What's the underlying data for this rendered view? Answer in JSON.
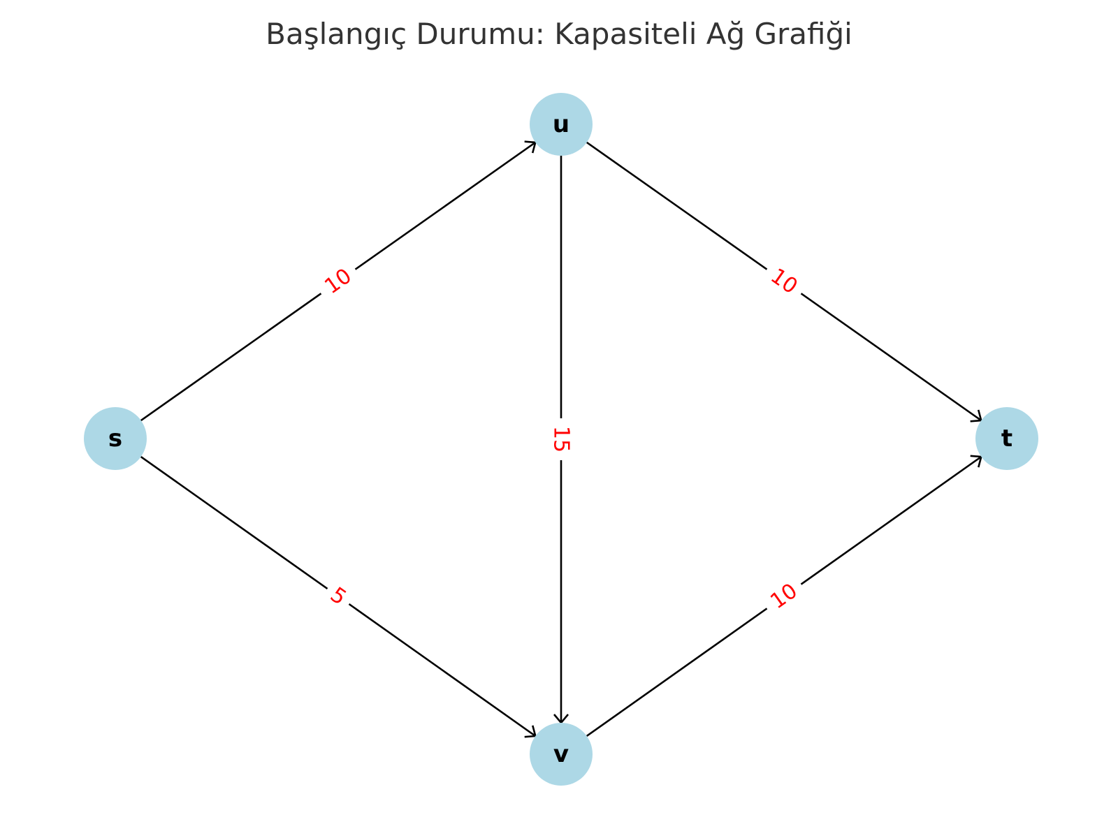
{
  "title": "Başlangıç Durumu: Kapasiteli Ağ Grafiği",
  "colors": {
    "node_fill": "#add8e6",
    "edge_stroke": "#000000",
    "label_text": "#ff0000",
    "title_text": "#333333"
  },
  "nodes": [
    {
      "id": "s",
      "label": "s"
    },
    {
      "id": "u",
      "label": "u"
    },
    {
      "id": "v",
      "label": "v"
    },
    {
      "id": "t",
      "label": "t"
    }
  ],
  "edges": [
    {
      "from": "s",
      "to": "u",
      "capacity": "10"
    },
    {
      "from": "s",
      "to": "v",
      "capacity": "5"
    },
    {
      "from": "u",
      "to": "v",
      "capacity": "15"
    },
    {
      "from": "u",
      "to": "t",
      "capacity": "10"
    },
    {
      "from": "v",
      "to": "t",
      "capacity": "10"
    }
  ]
}
